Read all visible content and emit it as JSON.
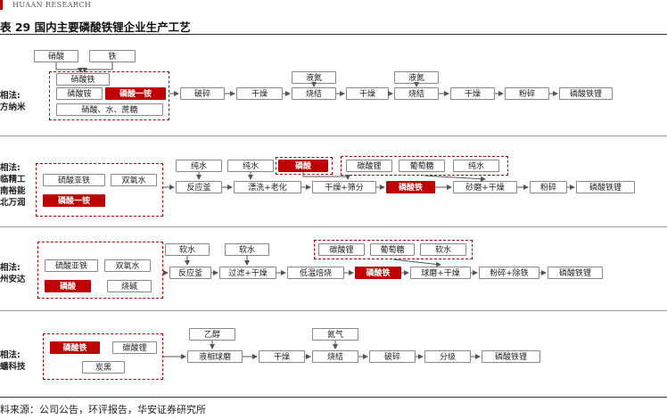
{
  "header": {
    "brand": "HUAAN RESEARCH",
    "title": "表 29  国内主要磷酸铁锂企业生产工艺"
  },
  "rows": [
    {
      "label": [
        "相法:",
        "方纳米"
      ],
      "top_inputs": [
        "硝酸",
        "铁"
      ],
      "group": [
        "硝酸铁",
        "磷酸铵",
        "磷酸一铵",
        "硝酸、水、蔗糖"
      ],
      "upper": [
        "液氮",
        "液氮"
      ],
      "steps": [
        "破碎",
        "干燥",
        "烧结",
        "干燥",
        "烧结",
        "干燥",
        "粉碎",
        "磷酸铁锂"
      ]
    },
    {
      "label": [
        "相法:",
        "临精工",
        "南裕能",
        "北万润"
      ],
      "group": [
        "硫酸亚铁",
        "双氧水",
        "磷酸一铵"
      ],
      "upper": [
        "纯水",
        "纯水",
        "磷酸"
      ],
      "upper_group": [
        "碳酸锂",
        "葡萄糖",
        "纯水"
      ],
      "steps": [
        "反应釜",
        "漂洗+老化",
        "干燥+筛分",
        "磷酸铁",
        "砂磨+干燥",
        "粉碎",
        "磷酸铁锂"
      ]
    },
    {
      "label": [
        "相法:",
        "州安达"
      ],
      "group": [
        "硫酸亚铁",
        "双氧水",
        "磷酸",
        "烧碱"
      ],
      "upper": [
        "软水",
        "软水"
      ],
      "upper_group": [
        "碳酸锂",
        "葡萄糖",
        "软水"
      ],
      "steps": [
        "反应釜",
        "过滤+干燥",
        "低温焙烧",
        "磷酸铁",
        "球磨+干燥",
        "粉碎+除铁",
        "磷酸铁锂"
      ]
    },
    {
      "label": [
        "相法:",
        "蟠科技"
      ],
      "group": [
        "磷酸铁",
        "碳酸锂",
        "炭黑"
      ],
      "upper": [
        "乙醇",
        "氮气"
      ],
      "steps": [
        "液相球磨",
        "干燥",
        "烧结",
        "破碎",
        "分级",
        "磷酸铁锂"
      ]
    }
  ],
  "source": "料来源：公司公告，环评报告，华安证券研究所"
}
